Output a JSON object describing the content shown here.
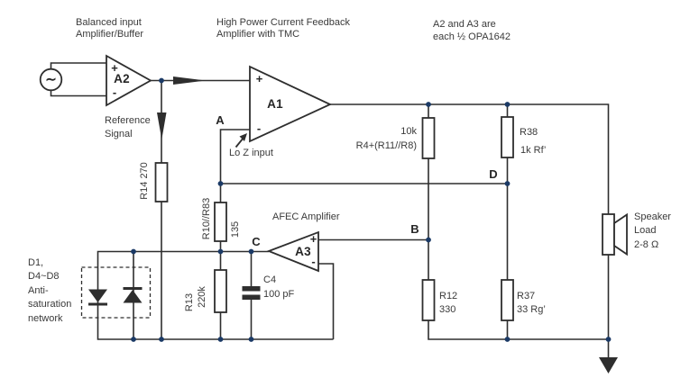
{
  "colors": {
    "line": "#2e2e2e",
    "dot": "#1b3a66",
    "text": "#3a3a3a",
    "background": "#ffffff"
  },
  "titles": {
    "input_stage": {
      "line1": "Balanced input",
      "line2": "Amplifier/Buffer"
    },
    "main_stage": {
      "line1": "High Power Current Feedback",
      "line2": "Amplifier with TMC"
    },
    "opamp_note": {
      "line1": "A2 and A3 are",
      "line2": "each ½ OPA1642"
    }
  },
  "opamps": {
    "a1": {
      "name": "A1",
      "plus": "+",
      "minus": "-"
    },
    "a2": {
      "name": "A2",
      "plus": "+",
      "minus": "-"
    },
    "a3": {
      "name": "A3",
      "plus": "+",
      "minus": "-"
    }
  },
  "nodes": {
    "a": "A",
    "b": "B",
    "c": "C",
    "d": "D"
  },
  "labels": {
    "reference_signal": {
      "line1": "Reference",
      "line2": "Signal"
    },
    "lo_z_input": "Lo Z input",
    "afec": "AFEC Amplifier",
    "anti_saturation": {
      "line1": "D1,",
      "line2": "D4~D8",
      "line3": "Anti-",
      "line4": "saturation",
      "line5": "network"
    }
  },
  "components": {
    "source": {
      "symbol": "∼"
    },
    "r14": {
      "label": "R14 270"
    },
    "r10_r83": {
      "name": "R10//R83",
      "value": "135"
    },
    "r13": {
      "name": "R13",
      "value": "220k"
    },
    "c4": {
      "name": "C4",
      "value": "100 pF"
    },
    "r4": {
      "value": "10k",
      "name": "R4+(R11//R8)"
    },
    "r38": {
      "name": "R38",
      "value": "1k  Rf’"
    },
    "r12": {
      "name": "R12",
      "value": "330"
    },
    "r37": {
      "name": "R37",
      "value": "33  Rg’"
    },
    "speaker": {
      "line1": "Speaker",
      "line2": "Load",
      "line3": "2-8 Ω"
    }
  }
}
